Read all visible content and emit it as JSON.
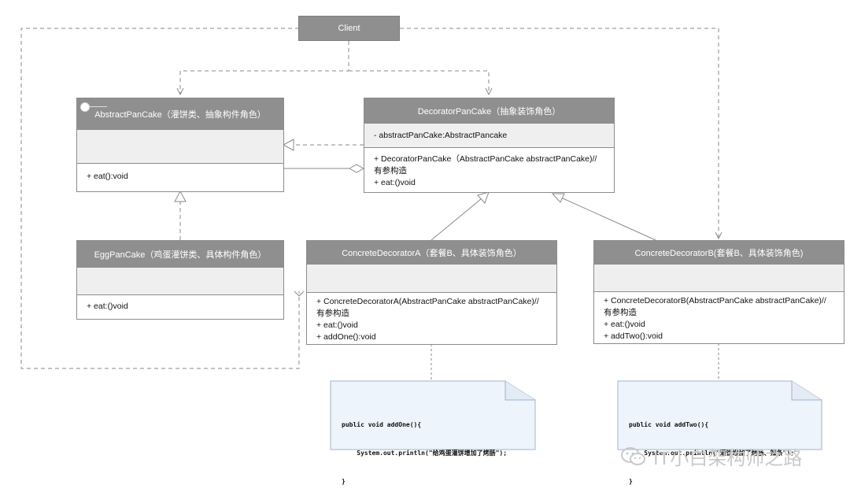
{
  "client": {
    "label": "Client"
  },
  "abstract_pancake": {
    "title": "AbstractPanCake（灌饼类、抽象构件角色）",
    "attributes": "",
    "methods": [
      "+ eat():void"
    ]
  },
  "decorator_pancake": {
    "title": "DecoratorPanCake（抽象装饰角色）",
    "attributes": "- abstractPanCake:AbstractPancake",
    "methods": [
      "+ DecoratorPanCake（AbstractPanCake abstractPanCake)//",
      "有参构造",
      "+ eat:()void"
    ]
  },
  "egg_pancake": {
    "title": "EggPanCake（鸡蛋灌饼类、具体构件角色）",
    "attributes": "",
    "methods": [
      "+ eat:()void"
    ]
  },
  "concrete_decorator_a": {
    "title": "ConcreteDecoratorA（套餐B、具体装饰角色）",
    "attributes": "",
    "methods": [
      "+ ConcreteDecoratorA(AbstractPanCake abstractPanCake)//",
      "有参构造",
      "+ eat:()void",
      "+ addOne():void"
    ]
  },
  "concrete_decorator_b": {
    "title": "ConcreteDecoratorB(套餐B、具体装饰角色)",
    "attributes": "",
    "methods": [
      "+ ConcreteDecoratorB(AbstractPanCake abstractPanCake)//",
      "有参构造",
      "+ eat:()void",
      "+ addTwo():void"
    ]
  },
  "note_a": {
    "lines": [
      "public void addOne(){",
      "    System.out.println(\"给鸡蛋灌饼增加了烤肠\");",
      "}"
    ]
  },
  "note_b": {
    "lines": [
      "public void addTwo(){",
      "    System.out.println(\"灌饼增加了烤肠、辣条\");",
      "}"
    ]
  },
  "watermark": {
    "text": "IT小白架构师之路"
  },
  "colors": {
    "header": "#8f8f8f",
    "attr_bg": "#efefef",
    "border": "#8c8c8c",
    "line": "#8a8a8a",
    "note_bg": "#eef4fb",
    "note_border": "#9fb3cc"
  }
}
